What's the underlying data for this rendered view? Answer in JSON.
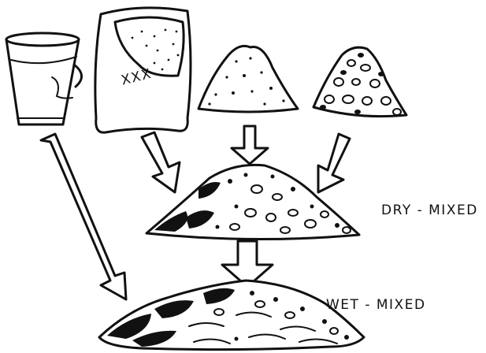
{
  "labels": {
    "dry_mixed": "DRY - MIXED",
    "wet_mixed": "WET - MIXED",
    "sack_marking": "XXX"
  },
  "icons": [
    "water-bucket-icon",
    "cement-sack-icon",
    "sand-pile-icon",
    "gravel-pile-icon"
  ]
}
